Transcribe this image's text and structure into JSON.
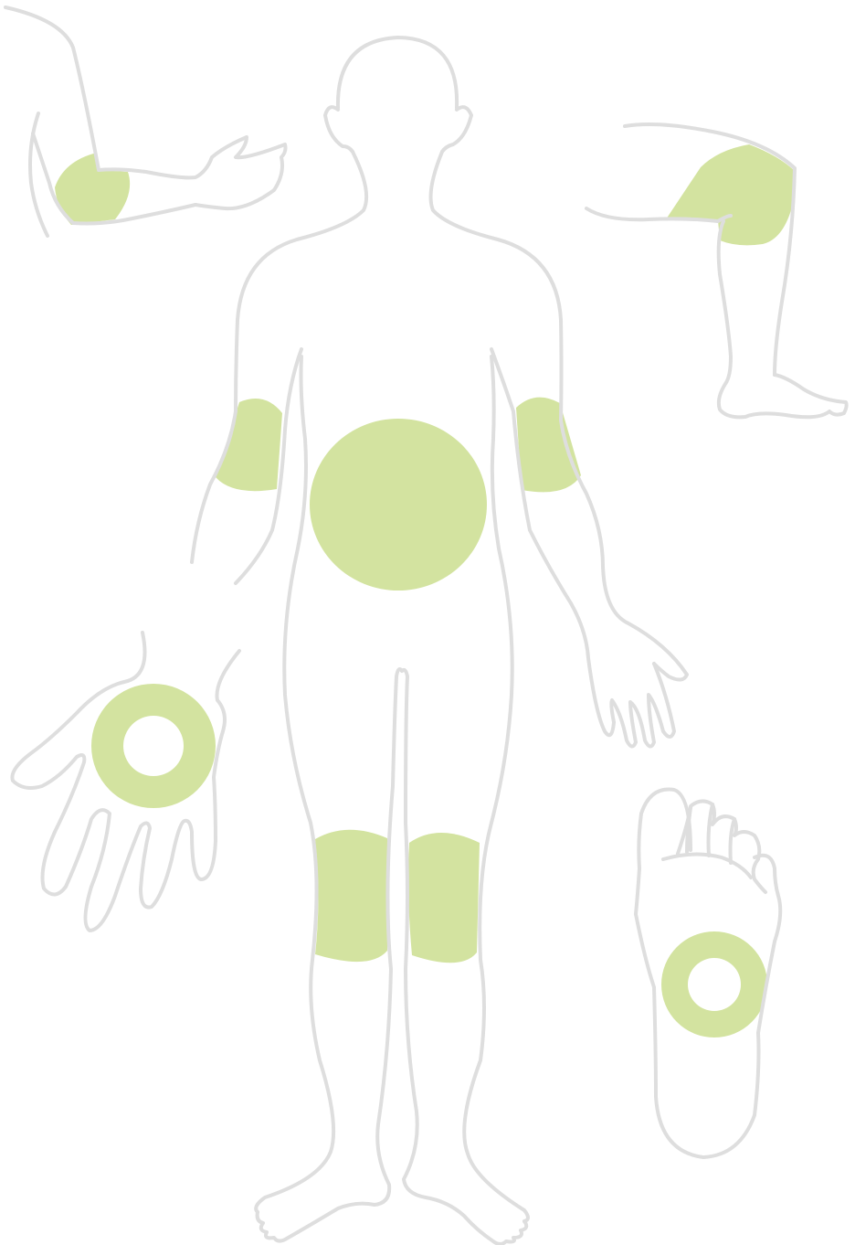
{
  "colors": {
    "outline": "#dedede",
    "highlight": "#d3e3a0",
    "background": "#ffffff"
  },
  "figures": [
    {
      "name": "full-body-front",
      "highlighted_regions": [
        "abdomen",
        "left-upper-arm",
        "right-upper-arm",
        "left-thigh",
        "right-thigh"
      ]
    },
    {
      "name": "bent-arm",
      "highlighted_regions": [
        "elbow"
      ]
    },
    {
      "name": "bent-leg",
      "highlighted_regions": [
        "knee-thigh"
      ]
    },
    {
      "name": "hand-palm",
      "highlighted_regions": [
        "palm-ring"
      ]
    },
    {
      "name": "foot-sole",
      "highlighted_regions": [
        "sole-ring"
      ]
    }
  ]
}
